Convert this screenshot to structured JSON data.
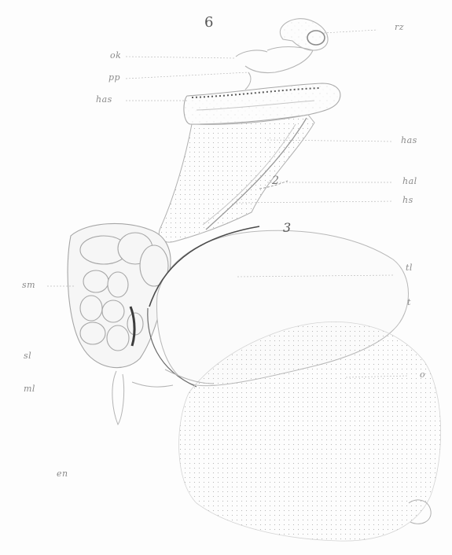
{
  "figure": {
    "number": "6",
    "labels_left": [
      {
        "id": "ok",
        "text": "ok"
      },
      {
        "id": "pp",
        "text": "pp"
      },
      {
        "id": "has1",
        "text": "has"
      },
      {
        "id": "sm",
        "text": "sm"
      },
      {
        "id": "sl",
        "text": "sl"
      },
      {
        "id": "ml",
        "text": "ml"
      },
      {
        "id": "en",
        "text": "en"
      }
    ],
    "labels_right": [
      {
        "id": "rz",
        "text": "rz"
      },
      {
        "id": "has2",
        "text": "has"
      },
      {
        "id": "hal",
        "text": "hal"
      },
      {
        "id": "hs",
        "text": "hs"
      },
      {
        "id": "tl",
        "text": "tl"
      },
      {
        "id": "t1",
        "text": "t"
      },
      {
        "id": "o",
        "text": "o"
      }
    ],
    "inline_marks": [
      {
        "id": "mark2",
        "text": "2"
      },
      {
        "id": "mark3",
        "text": "3"
      }
    ]
  }
}
